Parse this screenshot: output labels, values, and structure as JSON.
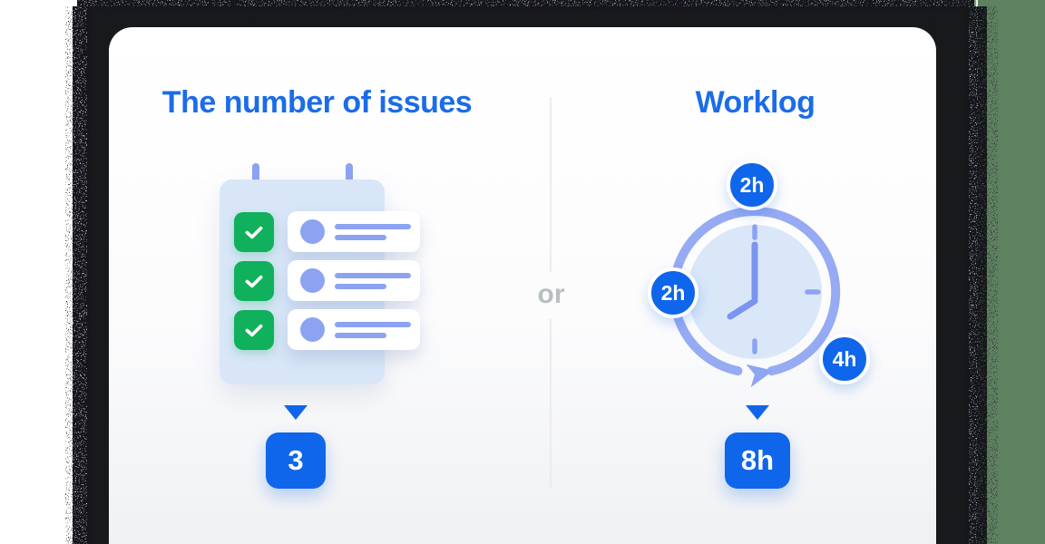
{
  "left_panel": {
    "title": "The number of issues",
    "checklist": {
      "rows": 3,
      "all_checked": true
    },
    "result": "3"
  },
  "divider": {
    "label": "or"
  },
  "right_panel": {
    "title": "Worklog",
    "time_badges": [
      "2h",
      "2h",
      "4h"
    ],
    "result": "8h"
  },
  "colors": {
    "title_blue": "#1b6ce8",
    "accent_blue": "#0f66ea",
    "periwinkle": "#8ca3f2",
    "clock_face_blue": "#d9e7f9",
    "pad_blue": "#d8e6f8",
    "check_green": "#11b05c",
    "or_gray": "#b5c0bf",
    "divider_gray": "#ececec",
    "edge_green": "#5e8160"
  }
}
